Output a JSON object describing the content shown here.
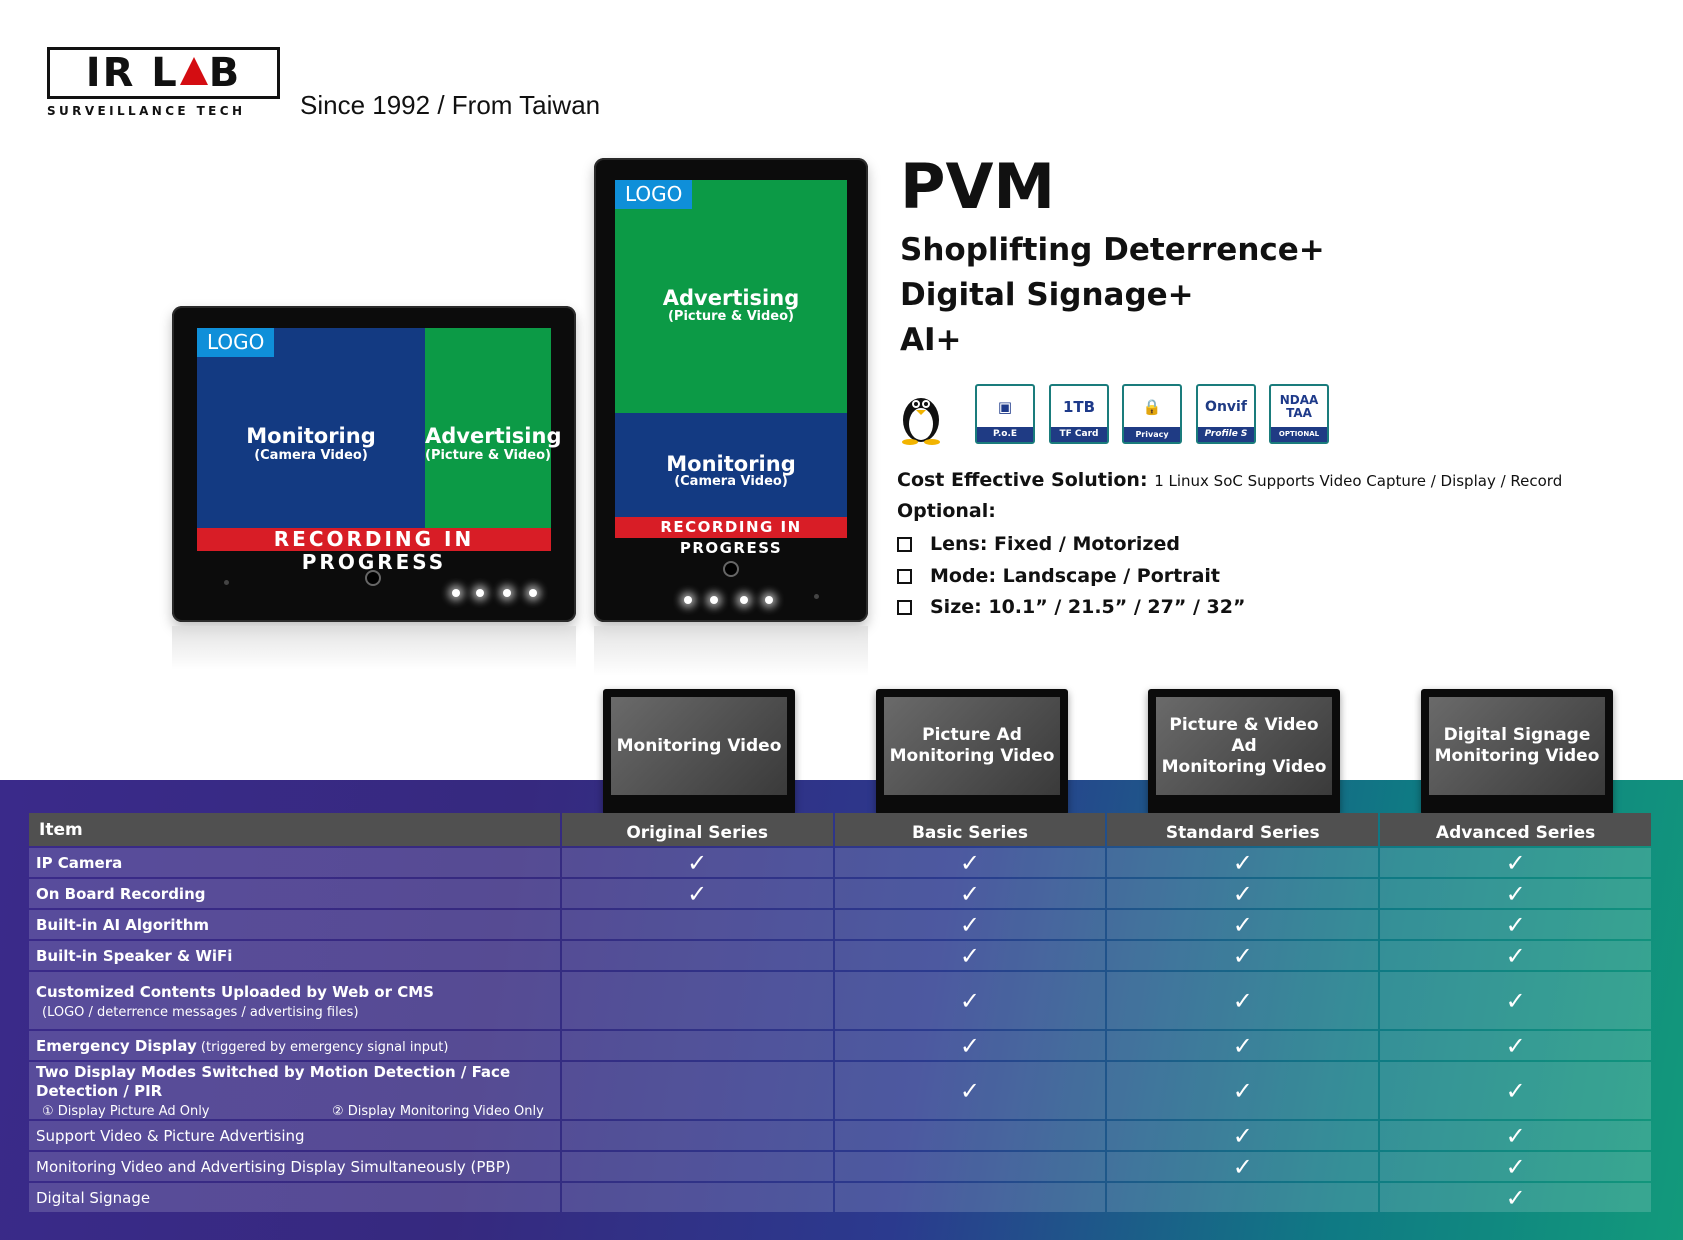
{
  "brand": {
    "logo_text_left": "IR L",
    "logo_text_right": "B",
    "logo_sub": "SURVEILLANCE TECH",
    "tagline": "Since 1992 / From Taiwan"
  },
  "landscape_screen": {
    "logo": "LOGO",
    "monitoring": "Monitoring",
    "monitoring_sub": "(Camera Video)",
    "advertising": "Advertising",
    "advertising_sub": "(Picture & Video)",
    "banner": "RECORDING IN PROGRESS"
  },
  "portrait_screen": {
    "logo": "LOGO",
    "advertising": "Advertising",
    "advertising_sub": "(Picture & Video)",
    "monitoring": "Monitoring",
    "monitoring_sub": "(Camera Video)",
    "banner": "RECORDING IN PROGRESS"
  },
  "product": {
    "name": "PVM",
    "features": [
      "Shoplifting Deterrence+",
      "Digital Signage+",
      "AI+"
    ],
    "badges": [
      {
        "icon": "linux-penguin-icon",
        "label": "",
        "top": ""
      },
      {
        "icon": "poe-icon",
        "label": "P.o.E",
        "top": "▣"
      },
      {
        "icon": "tf-card-icon",
        "label": "TF Card",
        "top": "1TB"
      },
      {
        "icon": "privacy-mask-icon",
        "label": "Privacy Mask",
        "top": "🔒"
      },
      {
        "icon": "onvif-icon",
        "label": "Profile S",
        "top": "Onvif"
      },
      {
        "icon": "ndaa-icon",
        "label": "OPTIONAL",
        "top": "NDAA TAA"
      }
    ],
    "cost_label": "Cost Effective Solution:",
    "cost_value": "1 Linux SoC Supports Video Capture / Display / Record",
    "optional_label": "Optional:",
    "optional_items": [
      "Lens: Fixed / Motorized",
      "Mode: Landscape / Portrait",
      "Size: 10.1”  /  21.5”  / 27”  /  32”"
    ]
  },
  "series_thumbs": [
    {
      "line1": "Monitoring Video",
      "line2": ""
    },
    {
      "line1": "Picture Ad",
      "line2": "Monitoring Video"
    },
    {
      "line1": "Picture & Video Ad",
      "line2": "Monitoring Video"
    },
    {
      "line1": "Digital Signage",
      "line2": "Monitoring Video"
    }
  ],
  "table": {
    "header": [
      "Item",
      "Original Series",
      "Basic Series",
      "Standard Series",
      "Advanced Series"
    ],
    "check": "✓",
    "rows": [
      {
        "label": "IP Camera",
        "note": "",
        "sub1": "",
        "sub2": "",
        "marks": [
          true,
          true,
          true,
          true
        ]
      },
      {
        "label": "On Board Recording",
        "note": "",
        "sub1": "",
        "sub2": "",
        "marks": [
          true,
          true,
          true,
          true
        ]
      },
      {
        "label": "Built-in AI Algorithm",
        "note": "",
        "sub1": "",
        "sub2": "",
        "marks": [
          false,
          true,
          true,
          true
        ]
      },
      {
        "label": "Built-in Speaker & WiFi",
        "note": "",
        "sub1": "",
        "sub2": "",
        "marks": [
          false,
          true,
          true,
          true
        ]
      },
      {
        "label": "Customized Contents Uploaded by Web or CMS",
        "note": "",
        "sub1": "(LOGO / deterrence messages / advertising files)",
        "sub2": "",
        "marks": [
          false,
          true,
          true,
          true
        ]
      },
      {
        "label": "Emergency Display",
        "note": " (triggered by emergency signal input)",
        "sub1": "",
        "sub2": "",
        "marks": [
          false,
          true,
          true,
          true
        ]
      },
      {
        "label": "Two Display Modes Switched by Motion Detection / Face Detection / PIR",
        "note": "",
        "sub1": "① Display Picture Ad Only",
        "sub2": "② Display Monitoring Video Only",
        "marks": [
          false,
          true,
          true,
          true
        ]
      },
      {
        "label": "Support Video & Picture Advertising",
        "note": "",
        "sub1": "",
        "sub2": "",
        "marks": [
          false,
          false,
          true,
          true
        ]
      },
      {
        "label": "Monitoring Video and Advertising Display Simultaneously (PBP)",
        "note": "",
        "sub1": "",
        "sub2": "",
        "marks": [
          false,
          false,
          true,
          true
        ]
      },
      {
        "label": "Digital Signage",
        "note": "",
        "sub1": "",
        "sub2": "",
        "marks": [
          false,
          false,
          false,
          true
        ]
      }
    ]
  }
}
